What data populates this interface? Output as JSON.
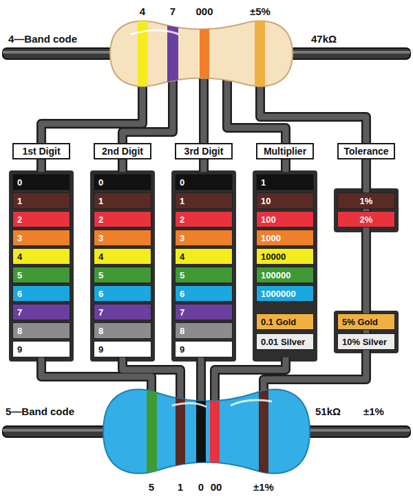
{
  "diagram": {
    "nodes": [
      {
        "text": [
          "1st Digit"
        ]
      },
      {
        "text": [
          "2nd Digit"
        ]
      },
      {
        "text": [
          "3rd Digit"
        ]
      },
      {
        "text": [
          "Multiplier"
        ]
      },
      {
        "text": [
          "Tolerance"
        ]
      },
      {
        "text": [
          "0"
        ]
      },
      {
        "text": [
          "1"
        ]
      },
      {
        "text": [
          "2"
        ]
      },
      {
        "text": [
          "3"
        ]
      },
      {
        "text": [
          "4"
        ]
      },
      {
        "text": [
          "5"
        ]
      },
      {
        "text": [
          "6"
        ]
      },
      {
        "text": [
          "7"
        ]
      },
      {
        "text": [
          "8"
        ]
      },
      {
        "text": [
          "9"
        ]
      },
      {
        "text": [
          "0"
        ]
      },
      {
        "text": [
          "1"
        ]
      },
      {
        "text": [
          "2"
        ]
      },
      {
        "text": [
          "3"
        ]
      },
      {
        "text": [
          "4"
        ]
      },
      {
        "text": [
          "5"
        ]
      },
      {
        "text": [
          "6"
        ]
      },
      {
        "text": [
          "7"
        ]
      },
      {
        "text": [
          "8"
        ]
      },
      {
        "text": [
          "9"
        ]
      },
      {
        "text": [
          "0"
        ]
      },
      {
        "text": [
          "1"
        ]
      },
      {
        "text": [
          "2"
        ]
      },
      {
        "text": [
          "3"
        ]
      },
      {
        "text": [
          "4"
        ]
      },
      {
        "text": [
          "5"
        ]
      },
      {
        "text": [
          "6"
        ]
      },
      {
        "text": [
          "7"
        ]
      },
      {
        "text": [
          "8"
        ]
      },
      {
        "text": [
          "9"
        ]
      },
      {
        "text": [
          "1"
        ]
      },
      {
        "text": [
          "10"
        ]
      },
      {
        "text": [
          "100"
        ]
      },
      {
        "text": [
          "1000"
        ]
      },
      {
        "text": [
          "10000"
        ]
      },
      {
        "text": [
          "100000"
        ]
      },
      {
        "text": [
          "1000000"
        ]
      },
      {
        "text": [
          "0.1 Gold"
        ]
      },
      {
        "text": [
          "0.01 Silver"
        ]
      },
      {
        "text": [
          "1%"
        ]
      },
      {
        "text": [
          "2%"
        ]
      },
      {
        "text": [
          "5% Gold"
        ]
      },
      {
        "text": [
          "10% Silver"
        ]
      }
    ],
    "labels": [
      "4—Band code",
      "4",
      "7",
      "000",
      "±5%",
      "47kΩ",
      "5—Band code",
      "51kΩ",
      "±1%",
      "5",
      "1",
      "0",
      "00",
      "±1%"
    ]
  }
}
